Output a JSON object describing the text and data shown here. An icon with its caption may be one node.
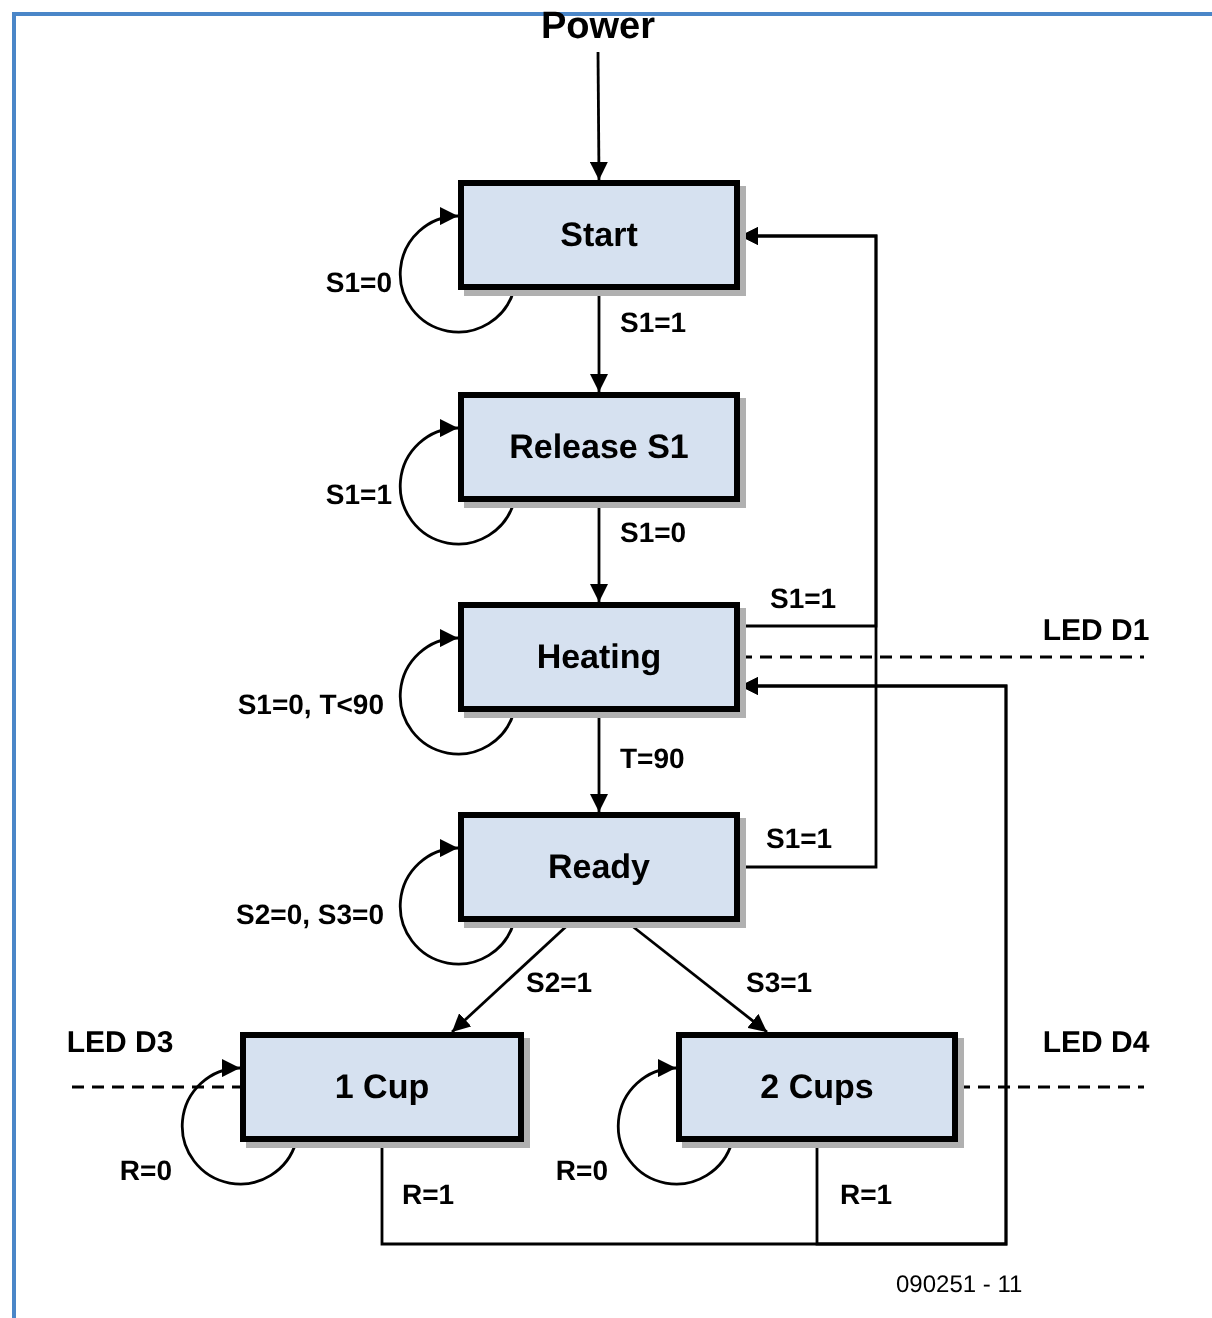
{
  "diagram": {
    "nodes": [
      {
        "text": [
          "Power"
        ]
      },
      {
        "text": [
          "Start"
        ]
      },
      {
        "text": [
          "Release S1"
        ]
      },
      {
        "text": [
          "Heating"
        ]
      },
      {
        "text": [
          "Ready"
        ]
      },
      {
        "text": [
          "1 Cup"
        ]
      },
      {
        "text": [
          "2 Cups"
        ]
      },
      {
        "text": [
          "LED D1"
        ]
      },
      {
        "text": [
          "LED D3"
        ]
      },
      {
        "text": [
          "LED D4"
        ]
      }
    ],
    "edges": [
      {
        "from": 0,
        "to": 1,
        "arrow": "to"
      },
      {
        "from": 1,
        "to": 1,
        "label": "S1=0",
        "arrow": "to"
      },
      {
        "from": 1,
        "to": 2,
        "label": "S1=1",
        "arrow": "to"
      },
      {
        "from": 2,
        "to": 2,
        "label": "S1=1",
        "arrow": "to"
      },
      {
        "from": 2,
        "to": 3,
        "label": "S1=0",
        "arrow": "to"
      },
      {
        "from": 3,
        "to": 3,
        "label": "S1=0, T<90",
        "arrow": "to"
      },
      {
        "from": 3,
        "to": 1,
        "label": "S1=1",
        "arrow": "to"
      },
      {
        "from": 3,
        "to": 7,
        "arrow": "none",
        "style": "dashed"
      },
      {
        "from": 3,
        "to": 4,
        "label": "T=90",
        "arrow": "to"
      },
      {
        "from": 4,
        "to": 4,
        "label": "S2=0, S3=0",
        "arrow": "to"
      },
      {
        "from": 4,
        "to": 1,
        "label": "S1=1",
        "arrow": "to"
      },
      {
        "from": 4,
        "to": 5,
        "label": "S2=1",
        "arrow": "to"
      },
      {
        "from": 4,
        "to": 6,
        "label": "S3=1",
        "arrow": "to"
      },
      {
        "from": 8,
        "to": 5,
        "arrow": "none",
        "style": "dashed"
      },
      {
        "from": 6,
        "to": 9,
        "arrow": "none",
        "style": "dashed"
      },
      {
        "from": 5,
        "to": 5,
        "label": "R=0",
        "arrow": "to"
      },
      {
        "from": 6,
        "to": 6,
        "label": "R=0",
        "arrow": "to"
      },
      {
        "from": 5,
        "to": 3,
        "label": "R=1",
        "arrow": "to"
      },
      {
        "from": 6,
        "to": 3,
        "label": "R=1",
        "arrow": "to"
      }
    ],
    "labels": [
      "090251 - 11"
    ]
  }
}
